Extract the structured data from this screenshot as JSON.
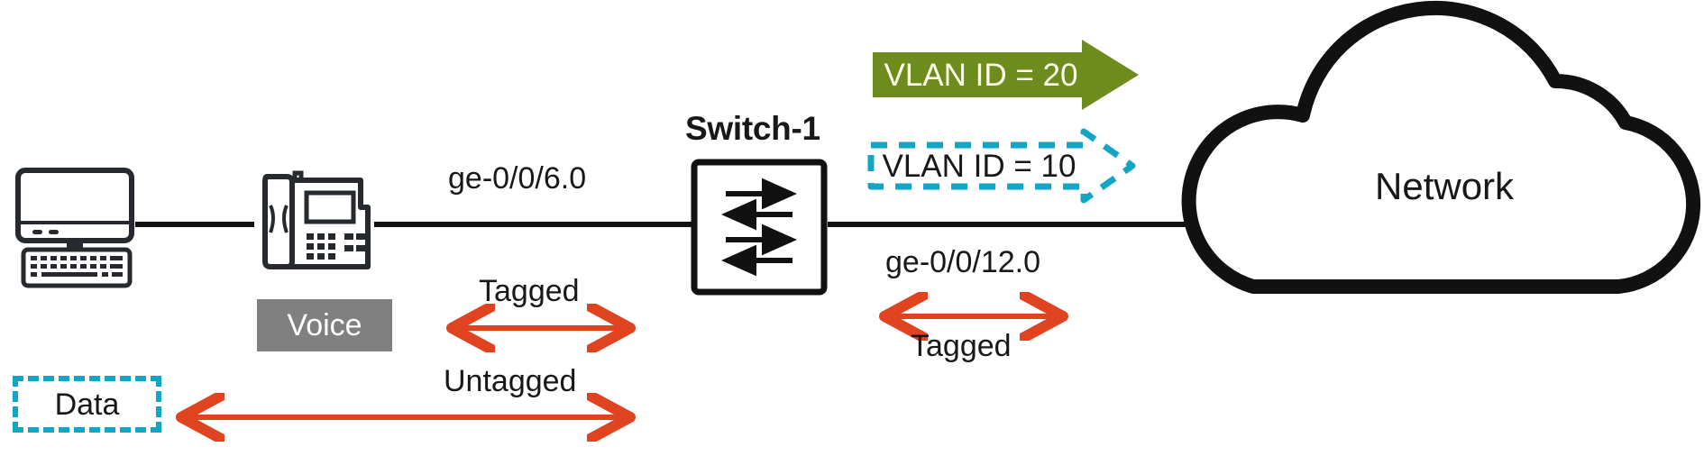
{
  "diagram": {
    "title": "VLAN tagging topology",
    "nodes": {
      "desktop": {
        "name": "desktop-computer",
        "icon": "desktop-computer-icon"
      },
      "phone": {
        "name": "ip-desk-phone",
        "icon": "desk-phone-icon"
      },
      "switch": {
        "label": "Switch-1",
        "icon": "switch-icon"
      },
      "cloud": {
        "label": "Network",
        "icon": "cloud-icon"
      }
    },
    "interfaces": {
      "left": "ge-0/0/6.0",
      "right": "ge-0/0/12.0"
    },
    "vlans": {
      "voice": {
        "badge_label": "Voice",
        "arrow_label": "VLAN ID = 20",
        "style": "solid-green-block-arrow",
        "color": "#6e8b1e",
        "text_color": "#fdfde8"
      },
      "data": {
        "badge_label": "Data",
        "arrow_label": "VLAN ID = 10",
        "style": "dashed-outline-arrow",
        "color": "#12a5c4",
        "text_color": "#17181a"
      }
    },
    "segments": [
      {
        "label": "Tagged",
        "name": "tagged-left",
        "arrow": "double-headed"
      },
      {
        "label": "Tagged",
        "name": "tagged-right",
        "arrow": "double-headed"
      },
      {
        "label": "Untagged",
        "name": "untagged",
        "arrow": "double-headed"
      }
    ],
    "colors": {
      "line": "#111111",
      "arrow_red": "#e0431f",
      "teal": "#12a5c4",
      "olive_green": "#6e8b1e",
      "gray_badge": "#808080",
      "background": "#ffffff"
    }
  }
}
